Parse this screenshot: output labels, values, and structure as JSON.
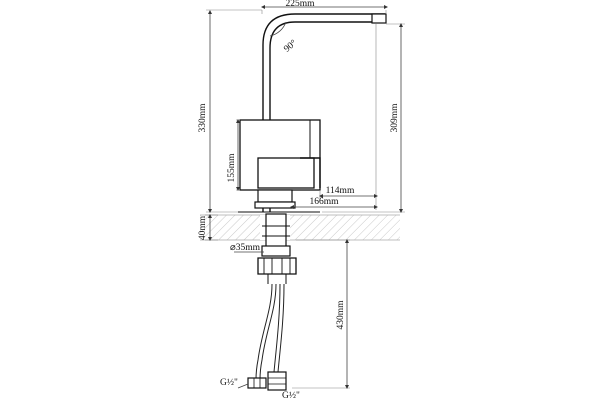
{
  "drawing": {
    "title": "",
    "dimensions": {
      "width_top": "225mm",
      "angle": "90°",
      "height_total": "330mm",
      "height_spout": "309mm",
      "body_height": "155mm",
      "reach_lever": "114mm",
      "reach_base": "166mm",
      "counter_thickness": "40mm",
      "hole_diameter": "⌀35mm",
      "hose_length": "430mm",
      "thread_left": "G½\"",
      "thread_bottom": "G½\""
    }
  }
}
